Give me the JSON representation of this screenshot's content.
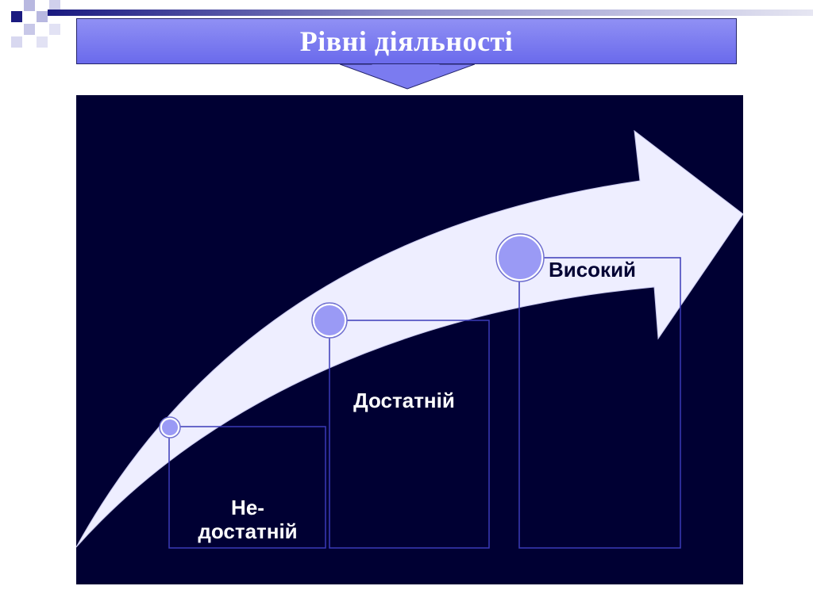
{
  "slide": {
    "title": "Рівні діяльності"
  },
  "levels": [
    {
      "label": "Не-\nдостатній"
    },
    {
      "label": "Достатній"
    },
    {
      "label": "Високий"
    }
  ],
  "colors": {
    "background": "#000033",
    "title_fill": "#7b7bf0",
    "arrow_fill": "#eeeeff",
    "box_stroke": "#3b3bb8",
    "node_fill": "#9a9af5",
    "label_text": "#000033"
  }
}
